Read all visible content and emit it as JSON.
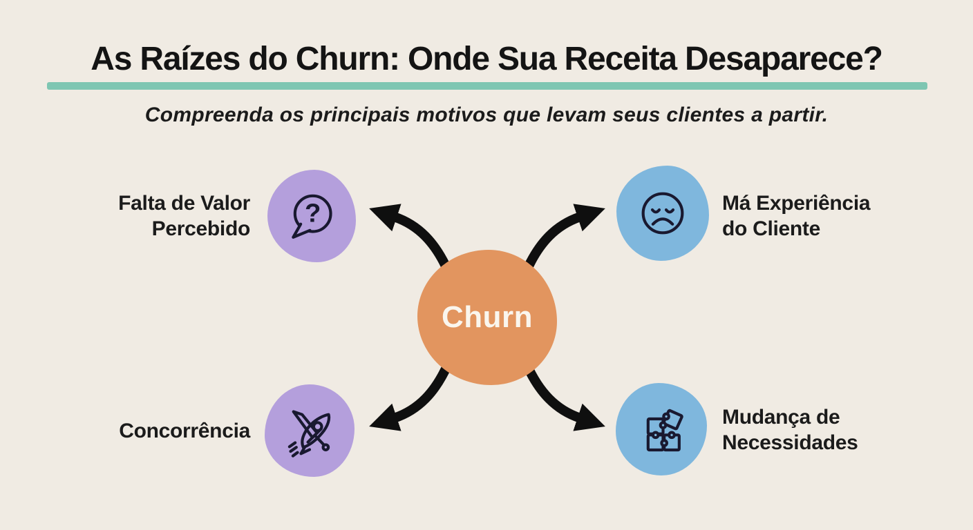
{
  "page": {
    "title": "As Raízes do Churn: Onde Sua Receita Desaparece?",
    "subtitle": "Compreenda os principais motivos que levam seus clientes a partir."
  },
  "center": {
    "label": "Churn",
    "color": "#e2955f"
  },
  "nodes": [
    {
      "id": "falta-de-valor-percebido",
      "lines": [
        "Falta de Valor",
        "Percebido"
      ],
      "icon": "question-bubble-icon",
      "blob_color": "#b49fdc",
      "position": "top-left"
    },
    {
      "id": "ma-experiencia-do-cliente",
      "lines": [
        "Má Experiência",
        "do Cliente"
      ],
      "icon": "sad-face-icon",
      "blob_color": "#7fb7dd",
      "position": "top-right"
    },
    {
      "id": "concorrencia",
      "lines": [
        "Concorrência"
      ],
      "icon": "rocket-sword-icon",
      "blob_color": "#b49fdc",
      "position": "bottom-left"
    },
    {
      "id": "mudanca-de-necessidades",
      "lines": [
        "Mudança de",
        "Necessidades"
      ],
      "icon": "puzzle-icon",
      "blob_color": "#7fb7dd",
      "position": "bottom-right"
    }
  ],
  "colors": {
    "background": "#f0ebe3",
    "divider": "#7ec6b2",
    "arrow": "#0f0f0f",
    "icon_stroke": "#191930",
    "title_text": "#141414",
    "label_text": "#1b1b1b",
    "center_label_text": "#faf6ee"
  }
}
